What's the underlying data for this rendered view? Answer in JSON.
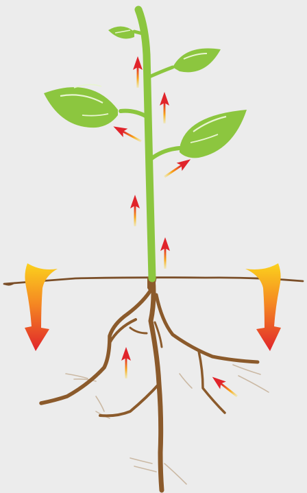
{
  "diagram": {
    "subject": "plant",
    "parts": [
      "stem",
      "leaves",
      "roots",
      "soil-line"
    ],
    "arrows": {
      "inside_plant_direction": "upward",
      "inside_plant_count": 8,
      "outer_curved_direction": "downward",
      "outer_curved_count": 2
    },
    "colors": {
      "background": "#ececec",
      "stem": "#8cc63f",
      "leaf": "#8cc63f",
      "leaf_vein": "#e8f5d0",
      "root": "#8b5a2b",
      "soil_line": "#7a4e28",
      "arrow_head": "#e0242b",
      "arrow_tail": "#f7d117",
      "curved_arrow_top": "#f9c21b",
      "curved_arrow_bottom": "#e0242b"
    }
  }
}
